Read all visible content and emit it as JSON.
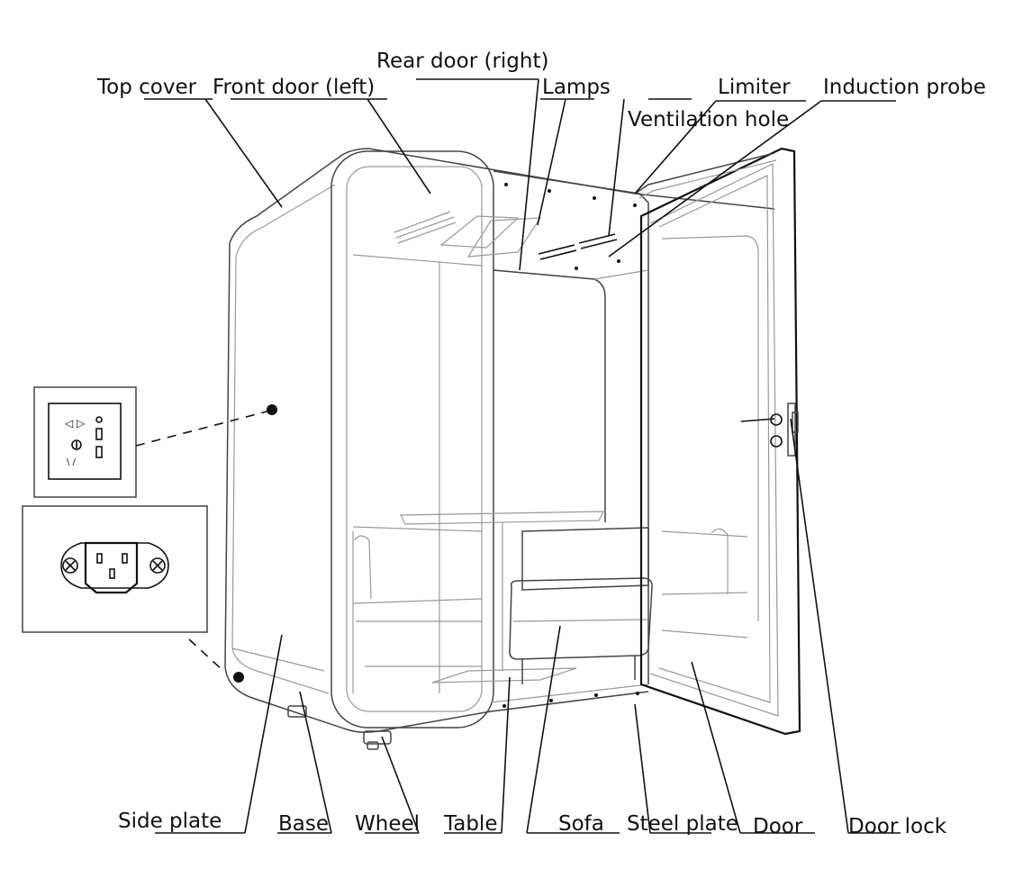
{
  "labels": {
    "rear_door": "Rear door (right)",
    "top_cover": "Top cover",
    "front_door": "Front door (left)",
    "lamps": "Lamps",
    "limiter": "Limiter",
    "induction_probe": "Induction probe",
    "ventilation_hole": "Ventilation hole",
    "side_plate": "Side plate",
    "base": "Base",
    "wheel": "Wheel",
    "table": "Table",
    "sofa": "Sofa",
    "steel_plate": "Steel plate",
    "door": "Door",
    "door_lock": "Door lock"
  },
  "colors": {
    "line": "#111111",
    "light_line": "#999999",
    "background": "#ffffff"
  },
  "icons": [
    "wall-socket-icon",
    "iec-power-inlet-icon"
  ]
}
